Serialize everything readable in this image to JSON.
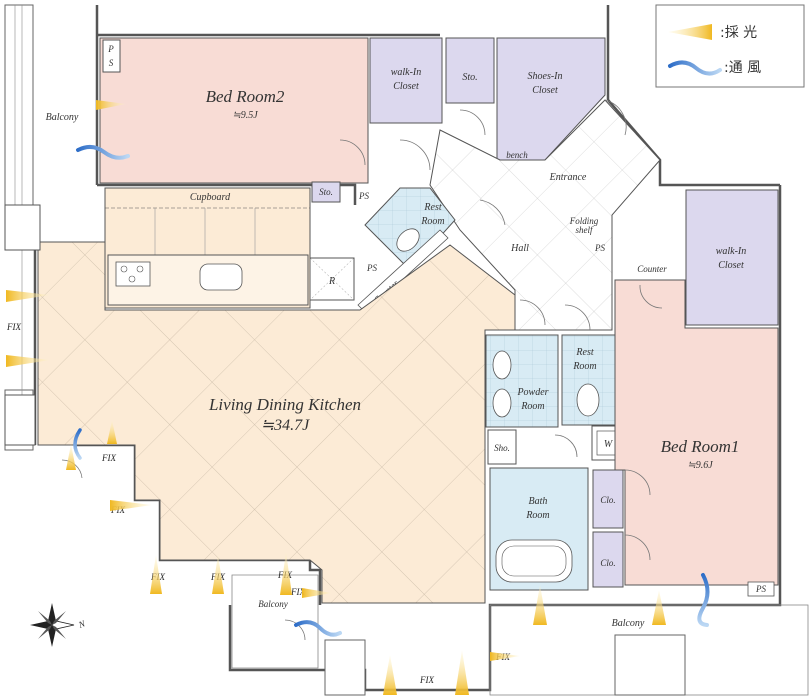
{
  "legend": {
    "light_label": ":採 光",
    "wind_label": ":通 風"
  },
  "rooms": {
    "bed2": {
      "name": "Bed Room2",
      "size": "≒9.5J"
    },
    "bed1": {
      "name": "Bed Room1",
      "size": "≒9.6J"
    },
    "ldk": {
      "name": "Living Dining Kitchen",
      "size": "≒34.7J"
    },
    "walkin_top": [
      "walk-In",
      "Closet"
    ],
    "walkin_right": [
      "walk-In",
      "Closet"
    ],
    "shoes": [
      "Shoes-In",
      "Closet"
    ],
    "sto_top": "Sto.",
    "sto_small": "Sto.",
    "restroom_upper": [
      "Rest",
      "Room"
    ],
    "restroom_lower": [
      "Rest",
      "Room"
    ],
    "powder": [
      "Powder",
      "Room"
    ],
    "bath": [
      "Bath",
      "Room"
    ],
    "entrance": "Entrance",
    "hall": "Hall",
    "bench": "bench",
    "folding": [
      "Folding",
      "shelf"
    ],
    "counter_diag": "Counter",
    "counter_right": "Counter",
    "cupboard": "Cupboard",
    "r": "R",
    "w": "W",
    "sho": "Sho.",
    "clo1": "Clo.",
    "clo2": "Clo."
  },
  "labels": {
    "ps_vert": [
      "P",
      "S"
    ],
    "ps1": "PS",
    "ps2": "PS",
    "ps3": "PS",
    "ps4": "PS",
    "balcony_left": "Balcony",
    "balcony_mid": "Balcony",
    "balcony_right": "Balcony",
    "fix": [
      "FIX",
      "FIX",
      "FIX",
      "FIX",
      "FIX",
      "FIX",
      "FIX",
      "FIX",
      "FIX"
    ],
    "compass_n": "N"
  },
  "colors": {
    "bedroom": "#f8dcd5",
    "ldk": "#fcebd6",
    "closet": "#dcd8ee",
    "wet": "#d8ebf4",
    "wall": "#555555",
    "light_arrow": "#f0b820",
    "wind_arrow": "#3a7fd0"
  }
}
